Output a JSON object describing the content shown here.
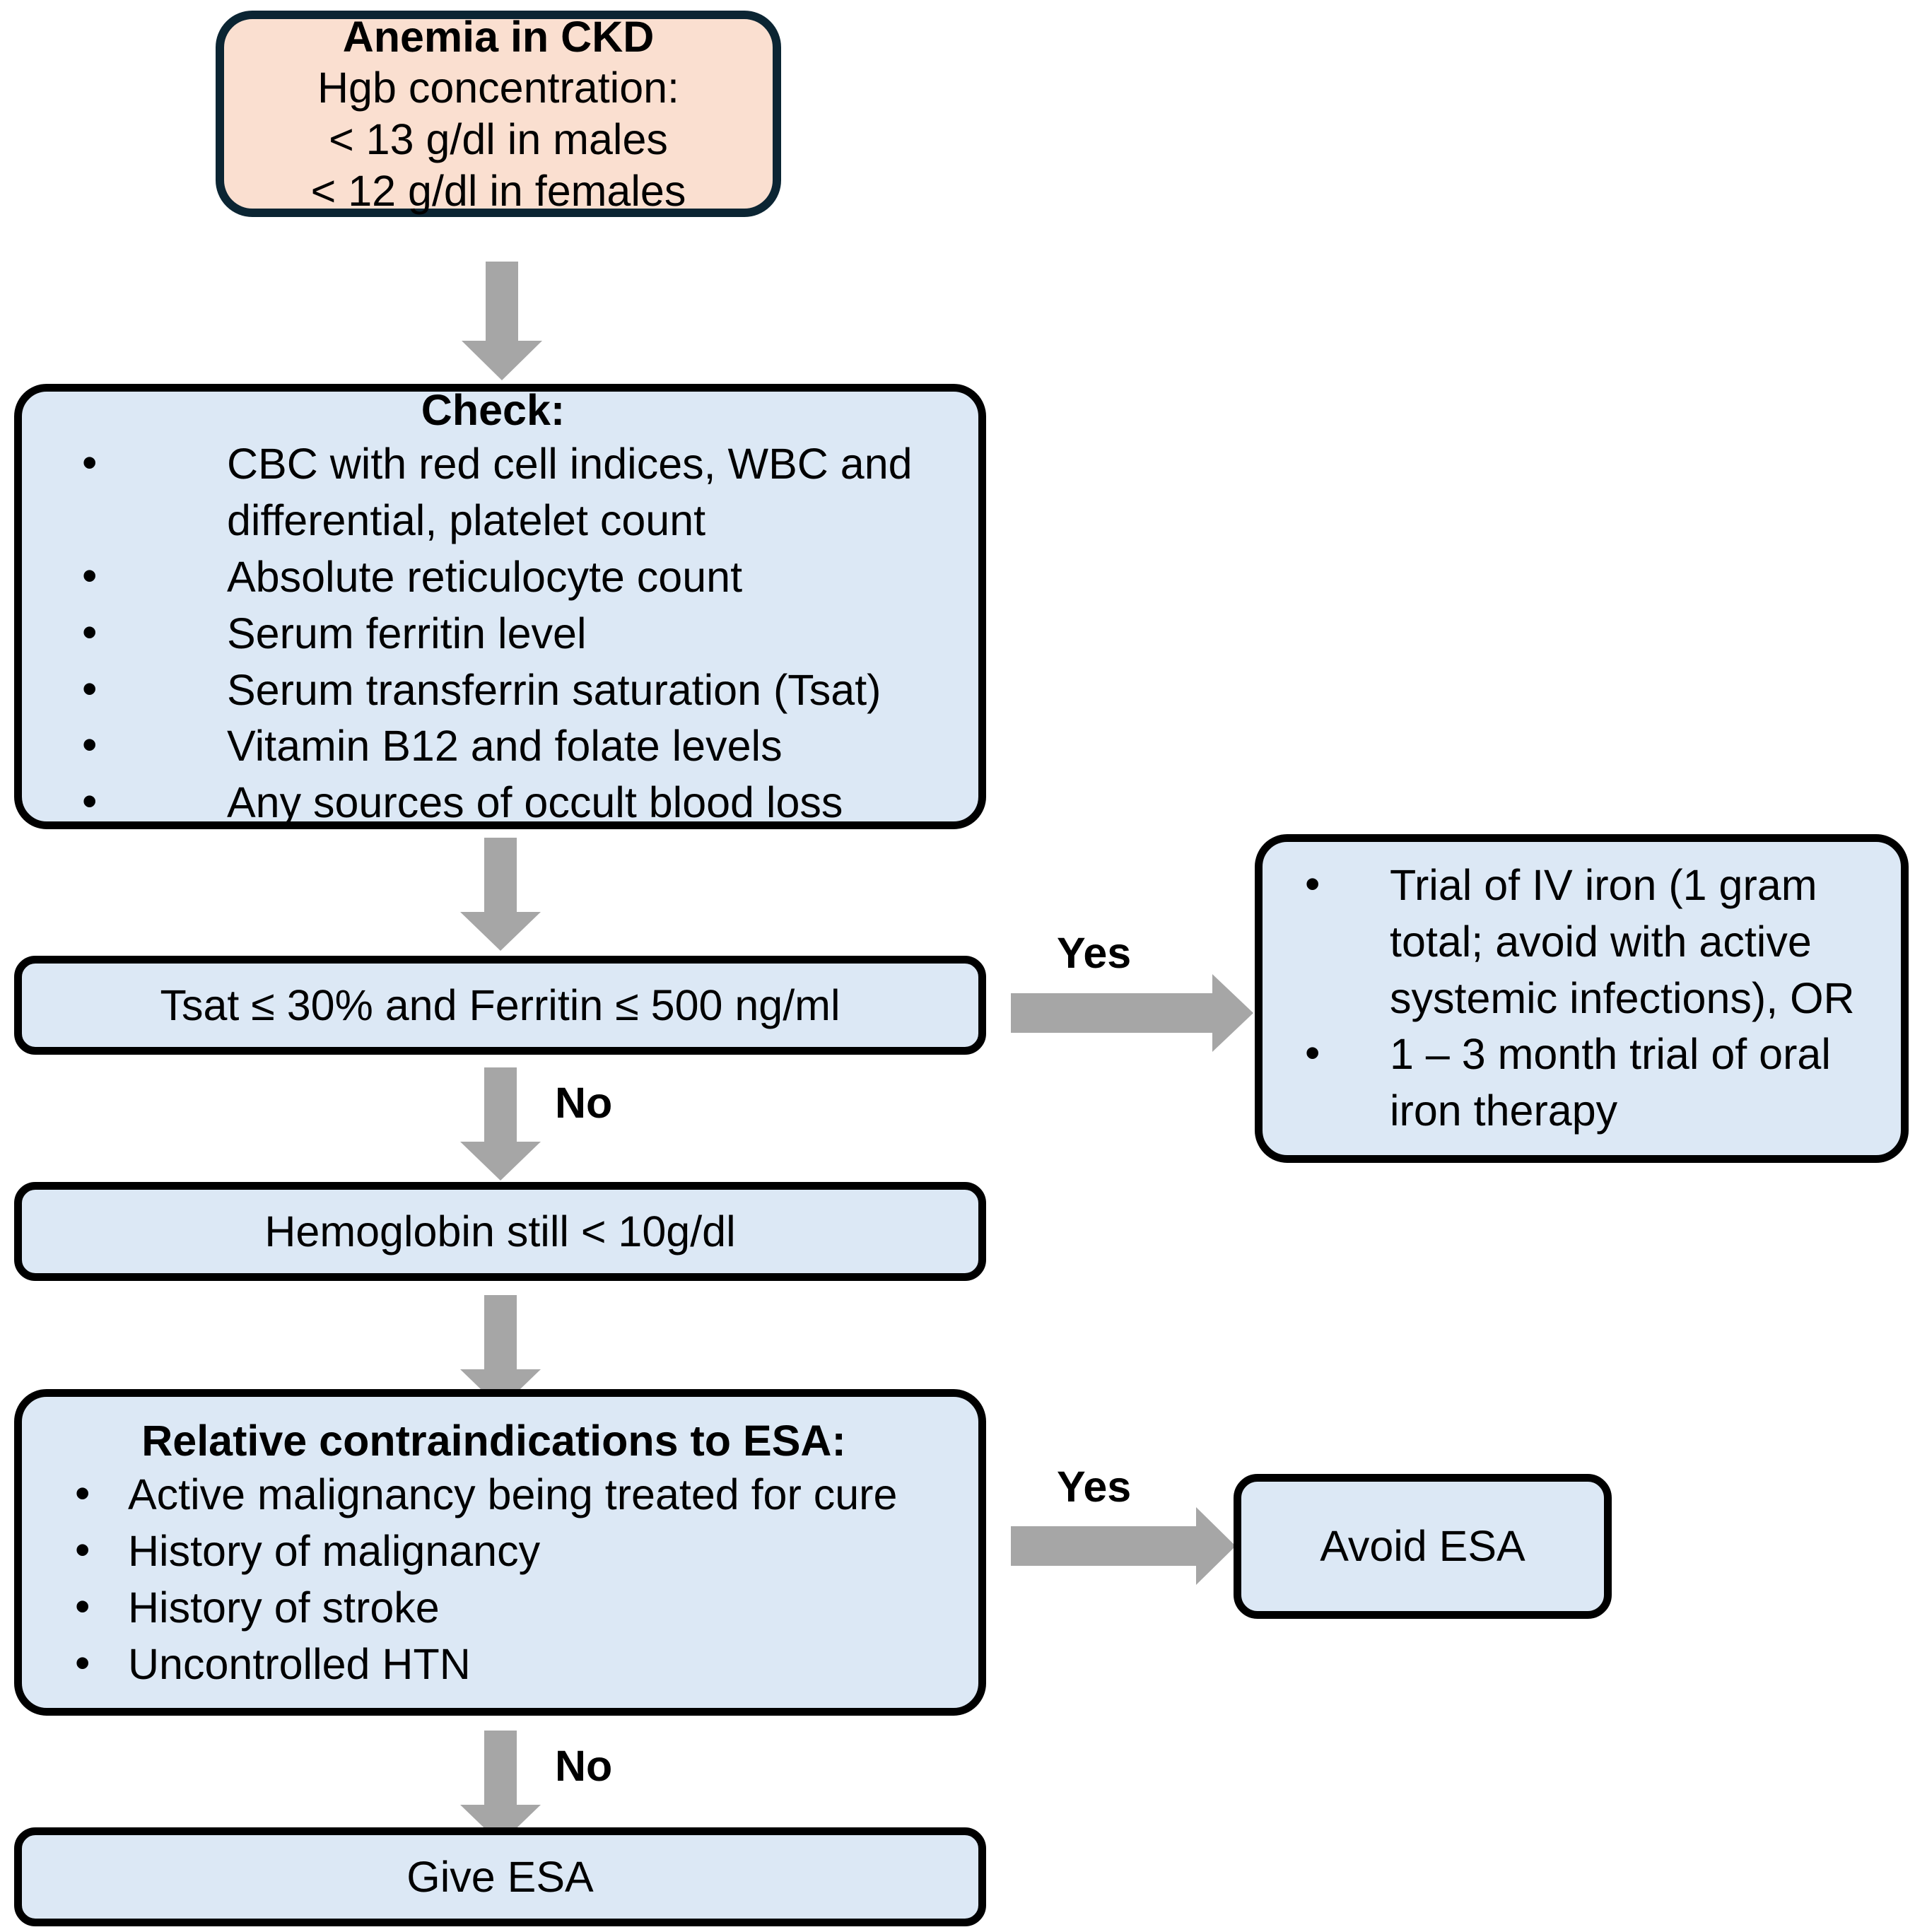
{
  "diagram": {
    "title": "Anemia in CKD management algorithm",
    "colors": {
      "accent_fill": "#fadfd0",
      "accent_border": "#0b2533",
      "node_fill": "#dce8f5",
      "node_border": "#000000",
      "arrow": "#a6a6a6",
      "background": "#ffffff"
    },
    "nodes": {
      "anemia_definition": {
        "lines": [
          "Anemia in CKD",
          "Hgb concentration:",
          "< 13 g/dl in males",
          "< 12 g/dl in females"
        ]
      },
      "check": {
        "title": "Check:",
        "items": [
          "CBC with red cell indices, WBC and differential, platelet count",
          "Absolute reticulocyte count",
          "Serum ferritin level",
          "Serum transferrin saturation (Tsat)",
          "Vitamin B12 and folate levels",
          "Any sources of occult blood loss"
        ]
      },
      "iron_decision": {
        "label": "Tsat ≤ 30% and Ferritin ≤ 500 ng/ml"
      },
      "iron_therapy": {
        "items": [
          "Trial of IV iron (1 gram total; avoid with active systemic infections), OR",
          "1 – 3 month trial of oral iron therapy"
        ]
      },
      "hemoglobin_check": {
        "label": "Hemoglobin still < 10g/dl"
      },
      "esa_contraindications": {
        "title": "Relative contraindications to ESA:",
        "items": [
          "Active malignancy being treated for cure",
          "History of malignancy",
          "History of stroke",
          "Uncontrolled HTN"
        ]
      },
      "avoid_esa": {
        "label": "Avoid ESA"
      },
      "give_esa": {
        "label": "Give ESA"
      }
    },
    "edges": {
      "iron_yes": "Yes",
      "iron_no": "No",
      "esa_yes": "Yes",
      "esa_no": "No"
    }
  }
}
